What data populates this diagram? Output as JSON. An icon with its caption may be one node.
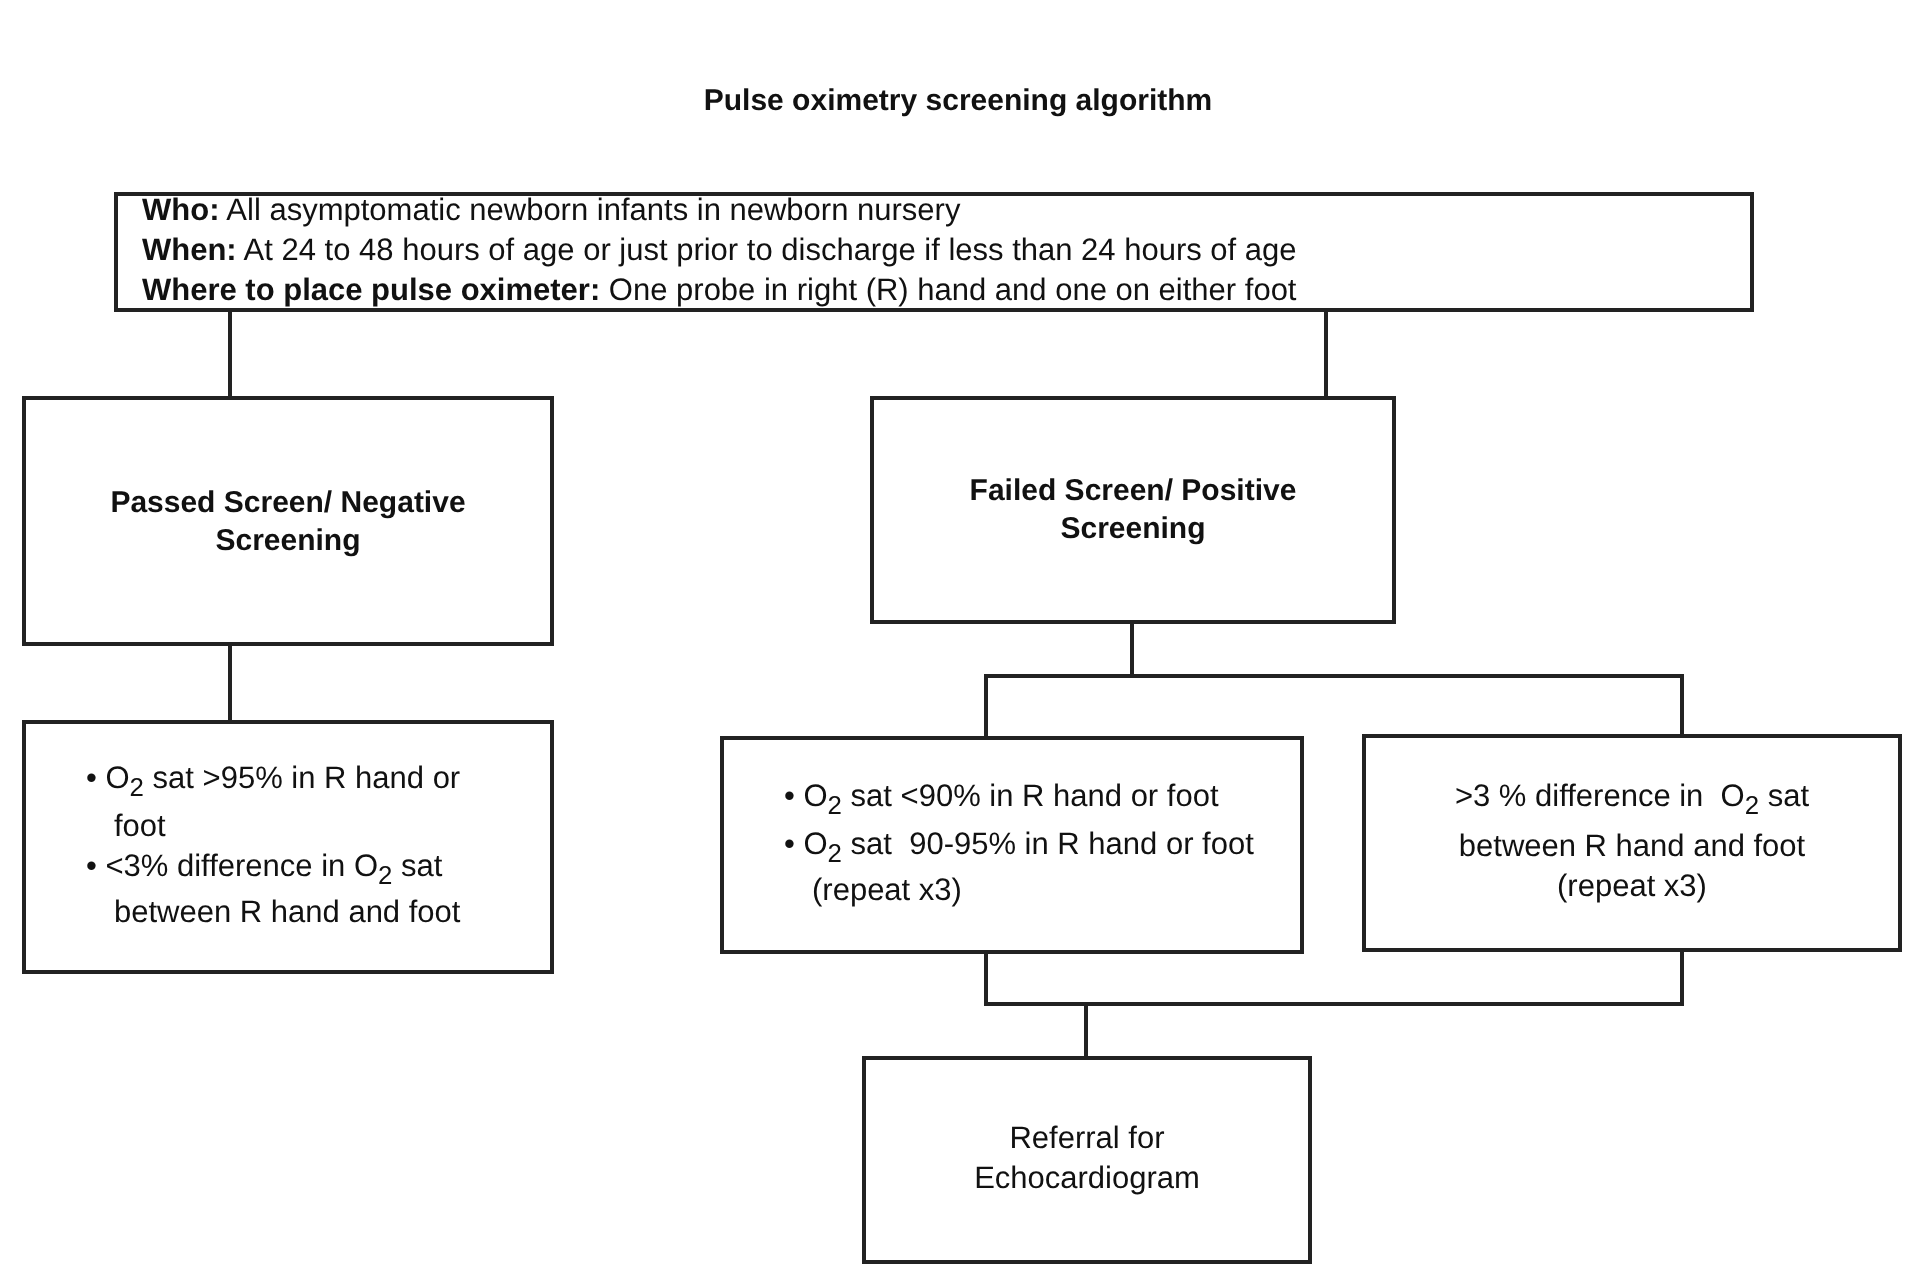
{
  "diagram": {
    "title": "Pulse oximetry screening algorithm",
    "nodes": [
      {
        "text": [
          "**Who:** All asymptomatic newborn infants in newborn nursery",
          "**When:** At 24 to 48 hours of age or just prior to discharge if less than 24 hours of age",
          "**Where to place pulse oximeter:** One probe in right (R) hand and one on either foot"
        ]
      },
      {
        "text": [
          "Passed Screen/ Negative Screening"
        ]
      },
      {
        "text": [
          "Failed Screen/ Positive Screening"
        ]
      },
      {
        "text": [
          "• O$_{2}$ sat >95% in R hand or foot",
          "• <3% difference in O$_{2}$ sat between R hand and foot"
        ]
      },
      {
        "text": [
          "• O$_{2}$ sat <90% in R hand or foot",
          "• O$_{2}$ sat  90-95% in R hand or foot (repeat x3)"
        ]
      },
      {
        "text": [
          ">3 % difference in  O$_{2}$ sat between R hand and foot (repeat x3)"
        ]
      },
      {
        "text": [
          "Referral for Echocardiogram"
        ]
      }
    ],
    "edges": [
      {
        "from": 0,
        "to": 1,
        "arrow": "none"
      },
      {
        "from": 0,
        "to": 2,
        "arrow": "none"
      },
      {
        "from": 1,
        "to": 3,
        "arrow": "none"
      },
      {
        "from": 2,
        "to": 4,
        "arrow": "none"
      },
      {
        "from": 2,
        "to": 5,
        "arrow": "none"
      },
      {
        "from": 4,
        "to": 6,
        "arrow": "none"
      },
      {
        "from": 5,
        "to": 6,
        "arrow": "none"
      }
    ]
  }
}
